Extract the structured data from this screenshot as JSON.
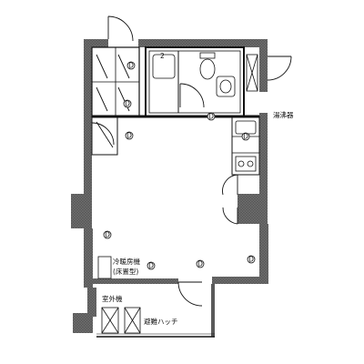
{
  "labels": {
    "water_heater": "湯沸器",
    "air_conditioner": "冷暖房機",
    "floor_type": "(床置型)",
    "outdoor_unit": "室外機",
    "escape_hatch": "避難ハッチ",
    "unit_number": "2"
  },
  "outlet_symbol": "D",
  "colors": {
    "wall": "#5a5a5a",
    "wall_stipple": "#9a9a9a",
    "line": "#111111",
    "background": "#ffffff"
  }
}
